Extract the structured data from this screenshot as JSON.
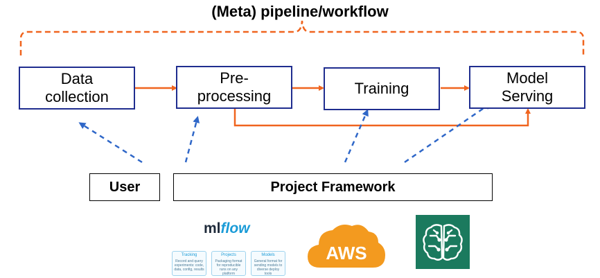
{
  "title": "(Meta) pipeline/workflow",
  "stages": [
    {
      "line1": "Data",
      "line2": "collection"
    },
    {
      "line1": "Pre-",
      "line2": "processing"
    },
    {
      "line1": "Training",
      "line2": ""
    },
    {
      "line1": "Model",
      "line2": "Serving"
    }
  ],
  "actors": {
    "user": "User",
    "framework": "Project Framework"
  },
  "logos": {
    "mlflow": {
      "prefix": "ml",
      "suffix": "flow",
      "cards": [
        {
          "heading": "Tracking",
          "desc": "Record and query experiments: code, data, config, results"
        },
        {
          "heading": "Projects",
          "desc": "Packaging format for reproducible runs on any platform"
        },
        {
          "heading": "Models",
          "desc": "General format for sending models to diverse deploy tools"
        }
      ]
    },
    "aws": "AWS",
    "sagemaker": "sagemaker-brain-icon"
  },
  "colors": {
    "box_border": "#1f2d8f",
    "arrow_orange": "#f0641e",
    "dashed_blue": "#2f67c8",
    "aws_orange": "#f39a1f",
    "sagemaker_green": "#1b7a5e"
  }
}
